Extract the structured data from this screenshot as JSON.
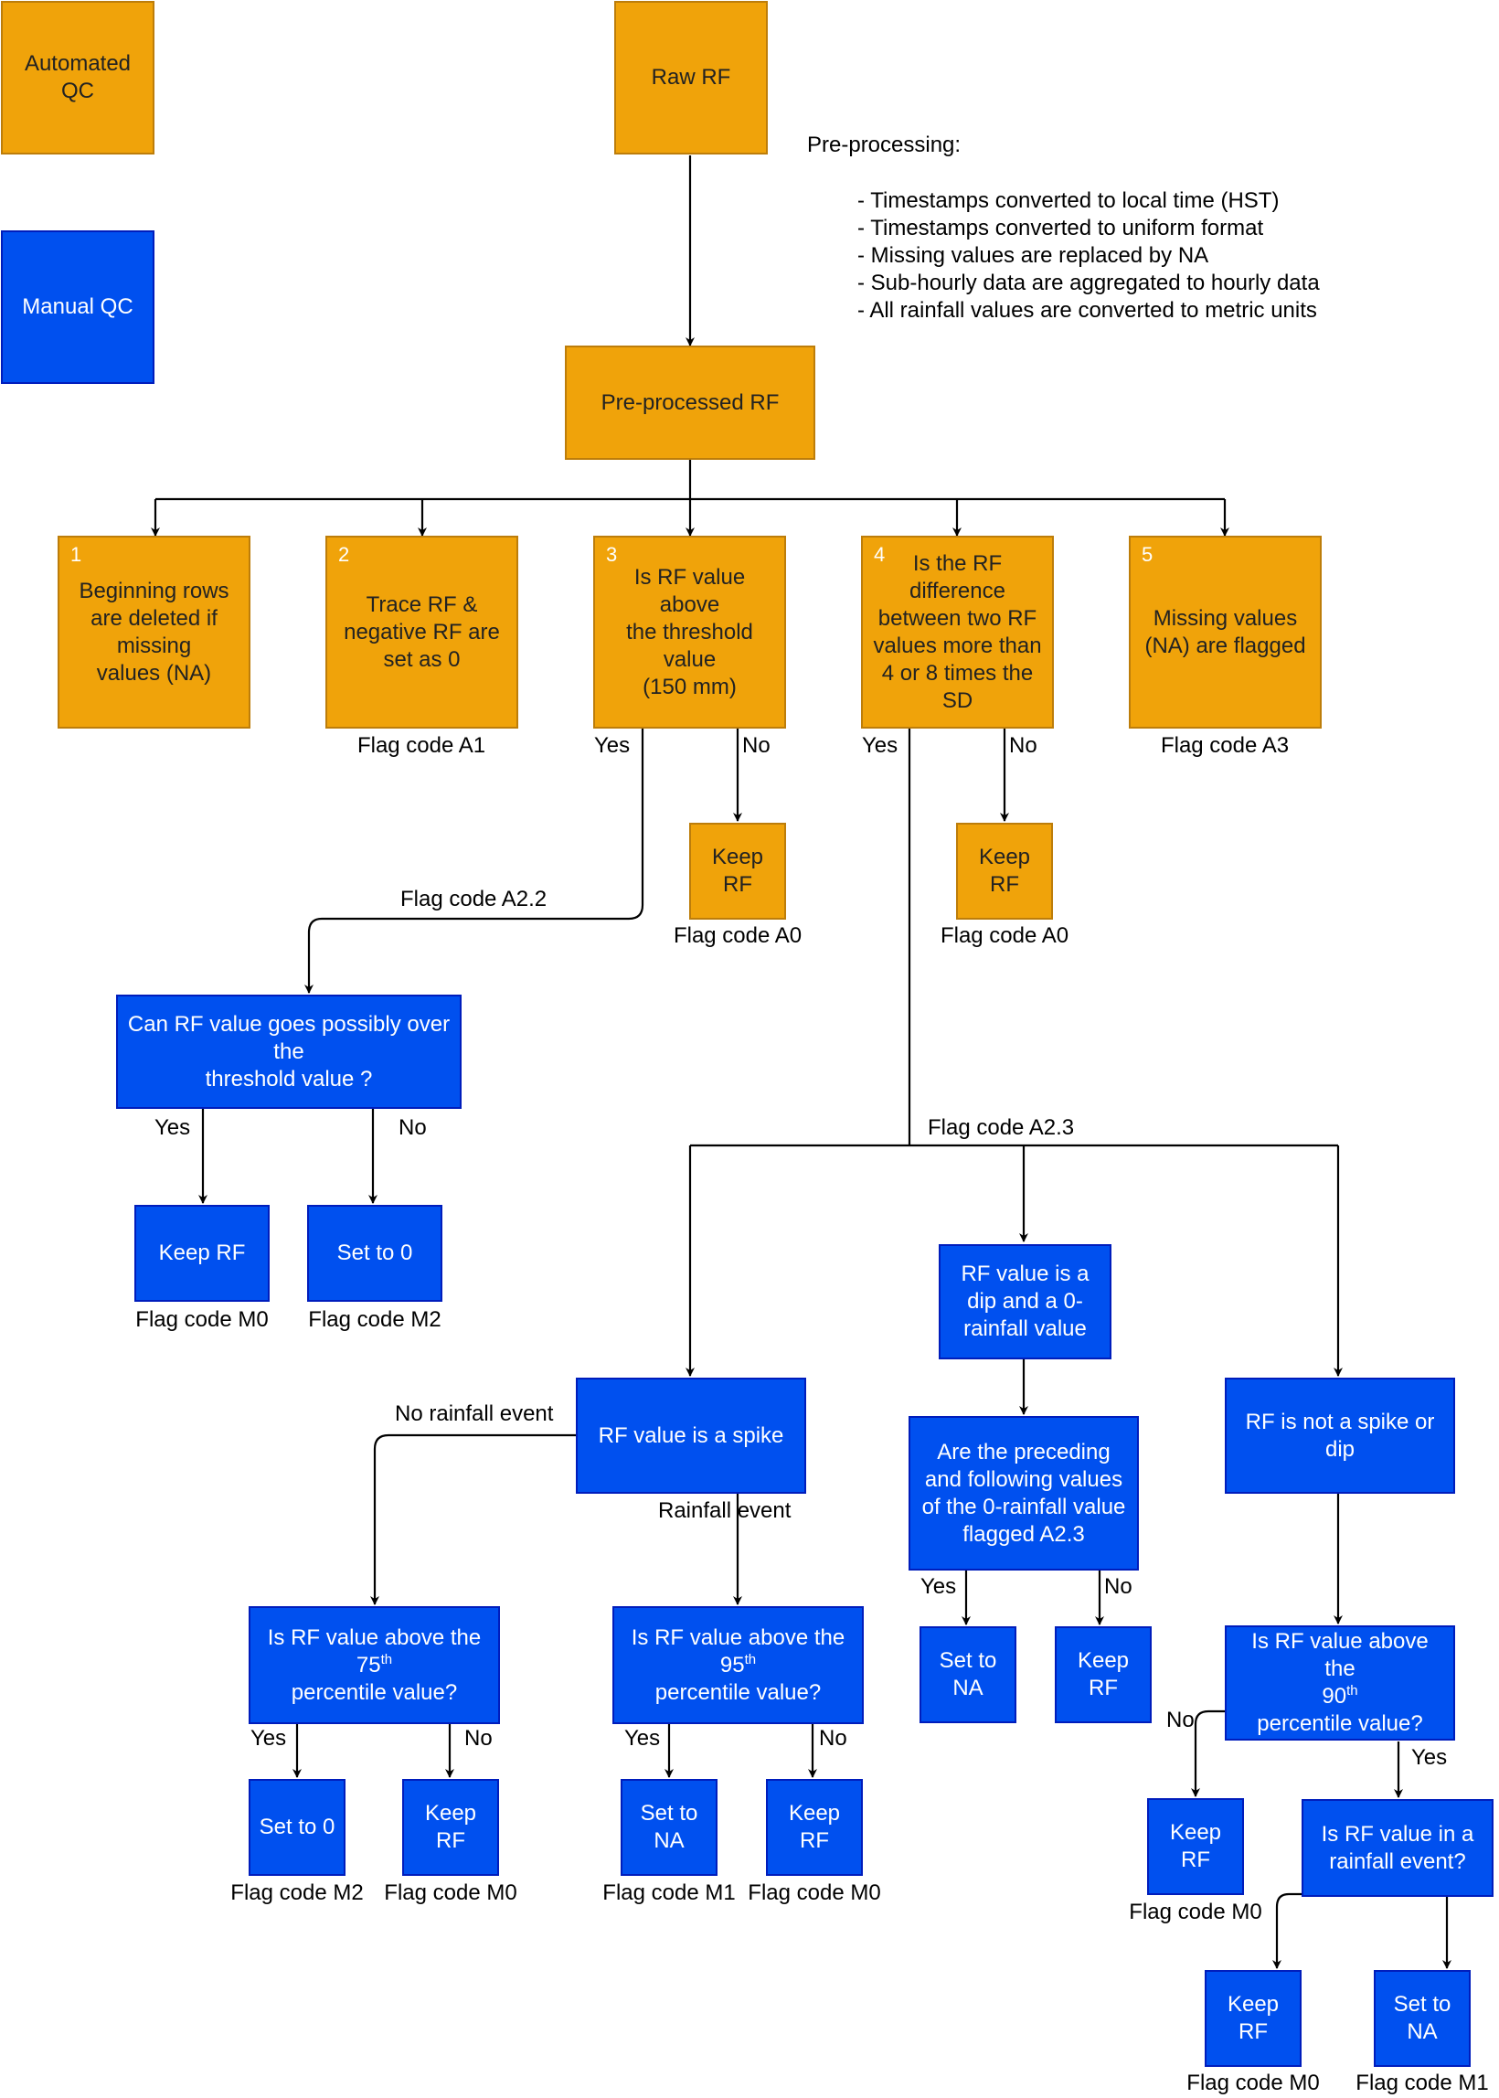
{
  "legend": {
    "automated": "Automated\nQC",
    "manual": "Manual QC"
  },
  "preprocessing": {
    "title": "Pre-processing:",
    "items": [
      "- Timestamps converted to local time (HST)",
      "- Timestamps converted to uniform format",
      "- Missing values are replaced by NA",
      "- Sub-hourly data are aggregated to hourly data",
      "- All rainfall values are converted to metric units"
    ]
  },
  "nodes": {
    "raw_rf": "Raw RF",
    "preprocessed_rf": "Pre-processed RF",
    "step1": {
      "num": "1",
      "text": "Beginning rows\nare deleted if\nmissing\nvalues (NA)"
    },
    "step2": {
      "num": "2",
      "text": "Trace RF &\nnegative RF are\nset as 0"
    },
    "step3": {
      "num": "3",
      "text": "Is RF value above\nthe threshold\nvalue\n(150 mm)"
    },
    "step4": {
      "num": "4",
      "text": "Is the RF\ndifference\nbetween two RF\nvalues more than\n4 or 8 times the\nSD"
    },
    "step5": {
      "num": "5",
      "text": "Missing values\n(NA) are flagged"
    },
    "keep_rf_3": "Keep RF",
    "keep_rf_4": "Keep RF",
    "can_rf": "Can RF value goes possibly over\nthe\nthreshold value ?",
    "keep_rf_can": "Keep RF",
    "set0_can": "Set to 0",
    "spike": "RF value is a spike",
    "dip": "RF value is a\ndip and a 0-\nrainfall value",
    "notspike": "RF is not a spike or\ndip",
    "p75": {
      "pre": "Is RF value above the\n75",
      "sup": "th",
      "post": "\npercentile value?"
    },
    "p95": {
      "pre": "Is RF value above the\n95",
      "sup": "th",
      "post": "\npercentile value?"
    },
    "preceding": "Are the preceding\nand following values\nof the 0-rainfall value\nflagged A2.3",
    "p90": {
      "pre": "Is RF value above the\n90",
      "sup": "th",
      "post": "\npercentile value?"
    },
    "set0_75": "Set to 0",
    "keep_rf_75": "Keep RF",
    "setna_95": "Set to\nNA",
    "keep_rf_95": "Keep RF",
    "setna_pre": "Set to\nNA",
    "keep_rf_pre": "Keep RF",
    "keep_rf_90": "Keep RF",
    "rain_event": "Is RF value in a\nrainfall event?",
    "keep_rf_rain": "Keep RF",
    "setna_rain": "Set to\nNA"
  },
  "labels": {
    "flag_a1": "Flag code A1",
    "flag_a3": "Flag code A3",
    "yes3": "Yes",
    "no3": "No",
    "yes4": "Yes",
    "no4": "No",
    "flag_a0_3": "Flag code A0",
    "flag_a0_4": "Flag code A0",
    "flag_a22": "Flag code A2.2",
    "flag_a23": "Flag code A2.3",
    "yes_can": "Yes",
    "no_can": "No",
    "flag_m0_can": "Flag code M0",
    "flag_m2_can": "Flag code M2",
    "no_rain_event": "No rainfall event",
    "rain_event": "Rainfall event",
    "yes75": "Yes",
    "no75": "No",
    "yes95": "Yes",
    "no95": "No",
    "yes_pre": "Yes",
    "no_pre": "No",
    "no90": "No",
    "yes90": "Yes",
    "flag_m2_75": "Flag code M2",
    "flag_m0_75": "Flag code M0",
    "flag_m1_95": "Flag code M1",
    "flag_m0_95": "Flag code M0",
    "flag_m0_90": "Flag code M0",
    "flag_m0_rain": "Flag code M0",
    "flag_m1_rain": "Flag code M1"
  },
  "colors": {
    "automated_fill": "#f0a30a",
    "automated_border": "#bd7d0a",
    "manual_fill": "#0050ef",
    "manual_border": "#001dbc",
    "arrow": "#000000"
  }
}
